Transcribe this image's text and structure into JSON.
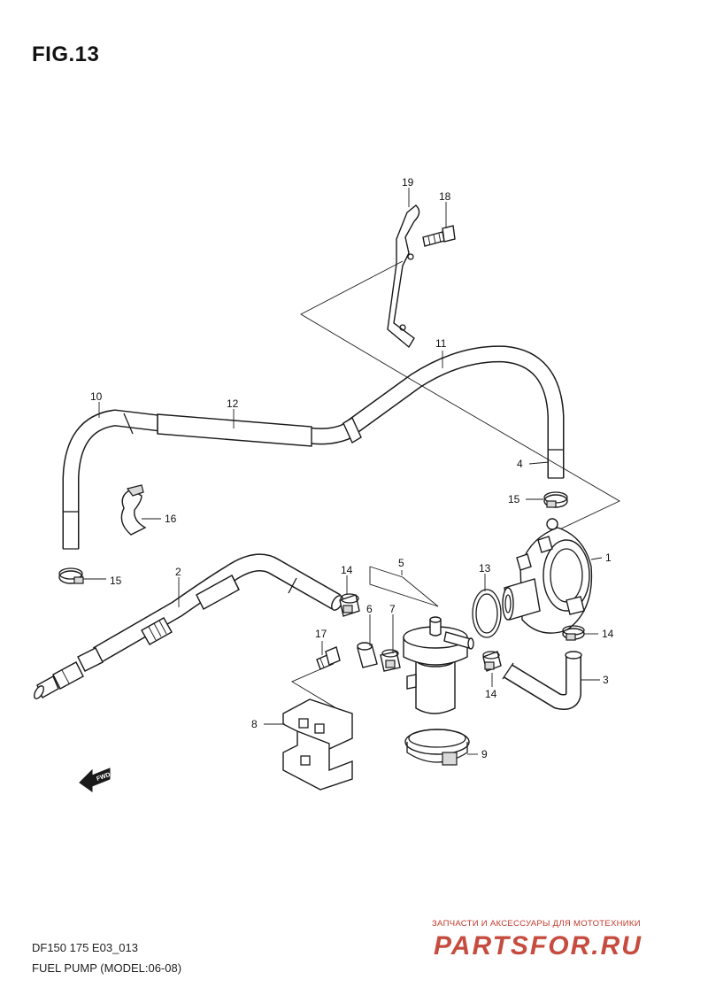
{
  "figure": {
    "title": "FIG.13"
  },
  "callouts": [
    "1",
    "2",
    "3",
    "4",
    "5",
    "6",
    "7",
    "8",
    "9",
    "10",
    "11",
    "12",
    "13",
    "14",
    "14",
    "14",
    "15",
    "15",
    "16",
    "17",
    "18",
    "19"
  ],
  "fwd_label": "FWD",
  "footer": {
    "model_code": "DF150 175 E03_013",
    "caption": "FUEL PUMP (MODEL:06-08)"
  },
  "watermark": {
    "caption": "ЗАПЧАСТИ И АКСЕССУАРЫ ДЛЯ МОТОТЕХНИКИ",
    "logo_text": "PARTSFOR.RU",
    "color": "#c0392b"
  },
  "colors": {
    "line": "#1a1a1a",
    "fill": "#ffffff",
    "shade": "#d9d9d9"
  }
}
